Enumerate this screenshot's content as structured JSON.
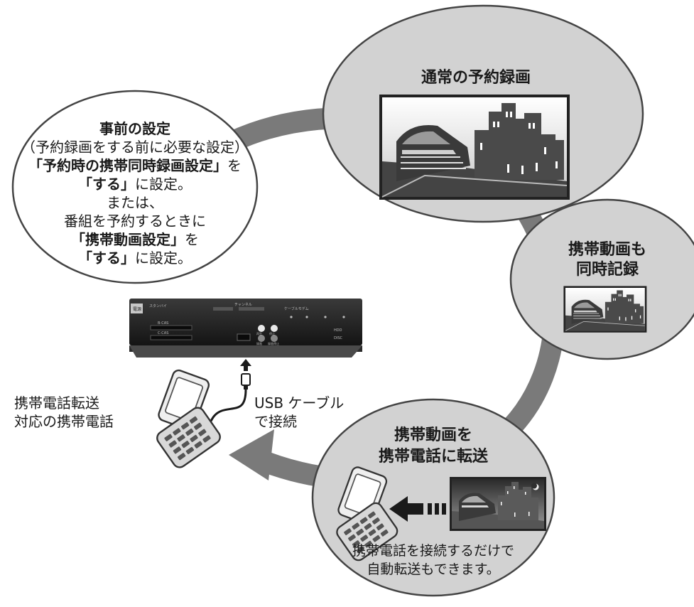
{
  "flow": {
    "pre_setting": {
      "title": "事前の設定",
      "subtitle": "（予約録画をする前に必要な設定）",
      "line1_bold": "「予約時の携帯同時録画設定」",
      "line1_suffix": "を",
      "line2_bold": "「する」",
      "line2_suffix": "に設定。",
      "line3": "または、",
      "line4": "番組を予約するときに",
      "line5_bold": "「携帯動画設定」",
      "line5_suffix": "を",
      "line6_bold": "「する」",
      "line6_suffix": "に設定。"
    },
    "normal_recording": {
      "title": "通常の予約録画"
    },
    "simultaneous": {
      "title_line1": "携帯動画も",
      "title_line2": "同時記録"
    },
    "transfer": {
      "title_line1": "携帯動画を",
      "title_line2": "携帯電話に転送",
      "note_line1": "携帯電話を接続するだけで",
      "note_line2": "自動転送もできます。"
    }
  },
  "device": {
    "phone_label_line1": "携帯電話転送",
    "phone_label_line2": "対応の携帯電話",
    "usb_label_line1": "USB ケーブル",
    "usb_label_line2": "で接続"
  },
  "recorder_panel": {
    "power": "電源",
    "standby": "スタンバイ",
    "channel": "チャンネル",
    "cable": "ケーブルモデム",
    "bcas": "B-CAS",
    "ccas": "C-CAS",
    "hdd": "HDD",
    "disc": "DISC",
    "play": "再生",
    "stop": "停止",
    "rec": "録画",
    "rec_stop": "録画停止"
  },
  "colors": {
    "bubble_fill": "#d2d2d2",
    "arrow": "#7a7a7a",
    "recorder_body": "#1f1f1f"
  }
}
